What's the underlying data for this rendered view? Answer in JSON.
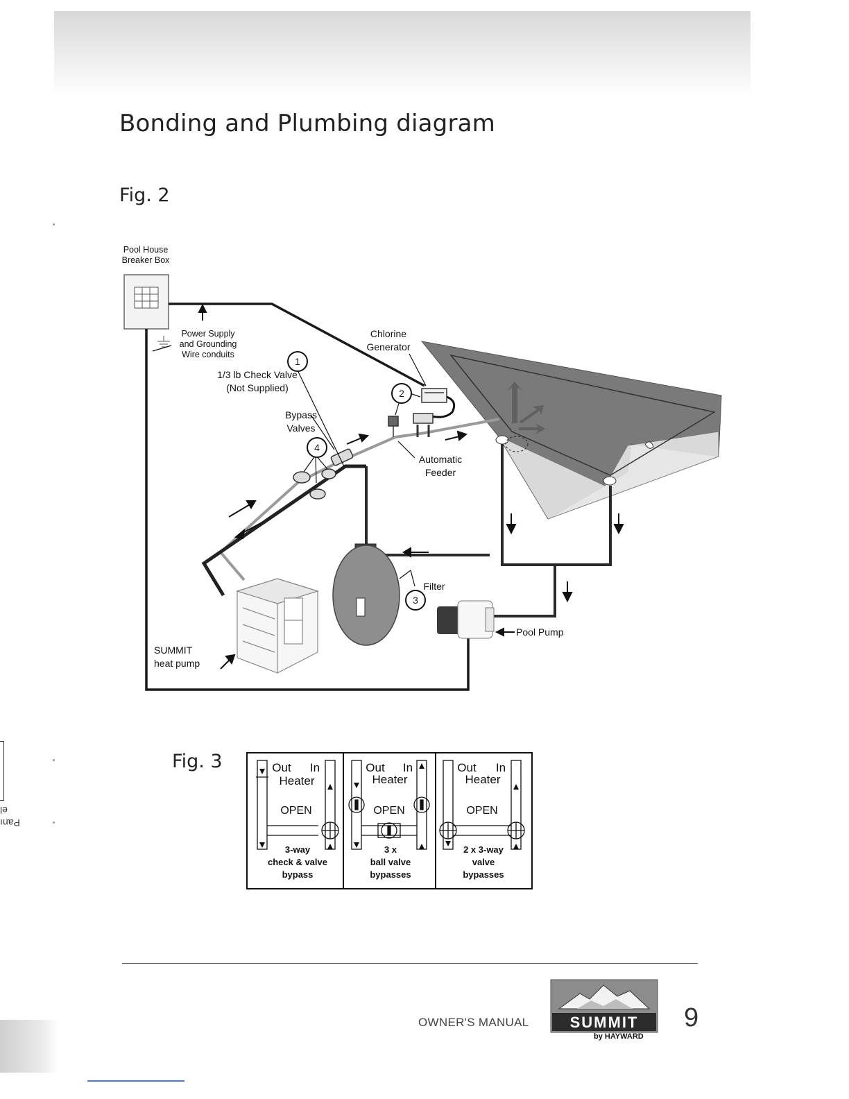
{
  "page": {
    "title": "Bonding and Plumbing diagram",
    "fig2_label": "Fig. 2",
    "fig3_label": "Fig. 3",
    "page_number": "9",
    "owners_manual": "OWNER'S MANUAL",
    "logo_text": "SUMMIT",
    "logo_by": "by HAYWARD"
  },
  "fig2": {
    "breaker_box": "Pool House\nBreaker Box",
    "power_supply": "Power Supply\nand Grounding\nWire conduits",
    "check_valve": "1/3 lb Check Valve\n(Not Supplied)",
    "bypass_valves": "Bypass\nValves",
    "chlorine_generator": "Chlorine\nGenerator",
    "automatic_feeder": "Automatic\nFeeder",
    "filter": "Filter",
    "pool_pump": "Pool Pump",
    "heat_pump": "SUMMIT\nheat pump",
    "markers": [
      "1",
      "2",
      "3",
      "4"
    ]
  },
  "fig3": {
    "panels": [
      {
        "out": "Out",
        "in": "In",
        "heater": "Heater",
        "open": "OPEN",
        "caption": "3-way\ncheck & valve\nbypass"
      },
      {
        "out": "Out",
        "in": "In",
        "heater": "Heater",
        "open": "OPEN",
        "caption": "3 x\nball valve\nbypasses"
      },
      {
        "out": "Out",
        "in": "In",
        "heater": "Heater",
        "open": "OPEN",
        "caption": "2 x 3-way\nvalve\nbypasses"
      }
    ]
  },
  "margin_text": [
    "Panı",
    "el"
  ],
  "colors": {
    "pool": "#7a7a7a",
    "pipe_dark": "#2a2a2a",
    "pipe_light": "#9a9a9a",
    "tank": "#8e8e8e"
  }
}
